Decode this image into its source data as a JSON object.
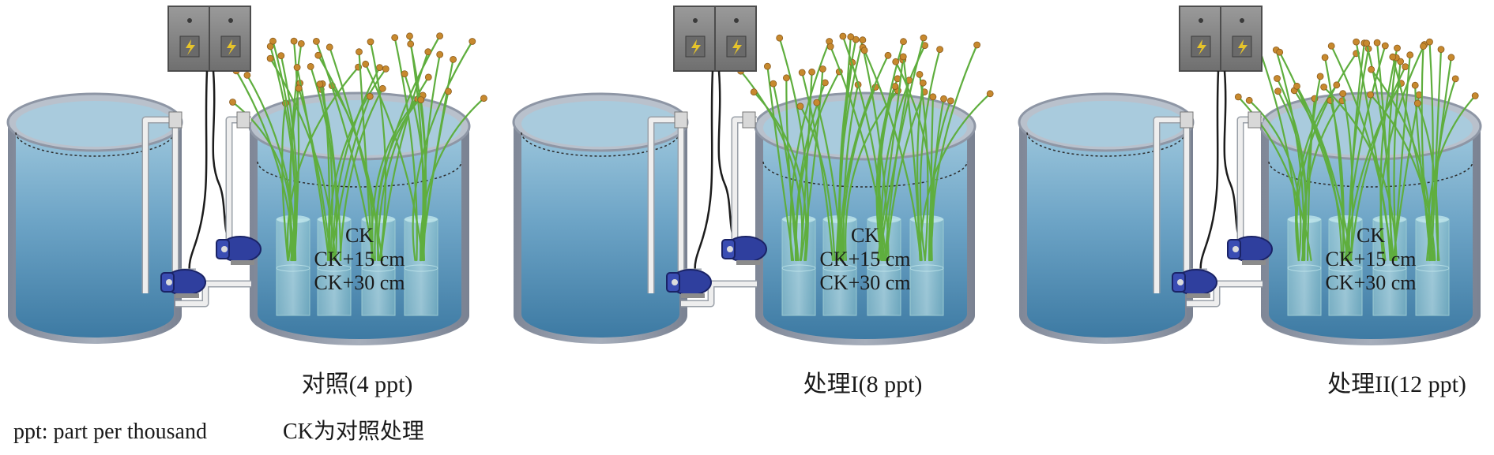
{
  "setups": [
    {
      "caption": "对照(4 ppt)",
      "labels": [
        "CK",
        "CK+15 cm",
        "CK+30 cm"
      ]
    },
    {
      "caption": "处理I(8 ppt)",
      "labels": [
        "CK",
        "CK+15 cm",
        "CK+30 cm"
      ]
    },
    {
      "caption": "处理II(12 ppt)",
      "labels": [
        "CK",
        "CK+15 cm",
        "CK+30 cm"
      ]
    }
  ],
  "footnotes": {
    "ppt": "ppt: part per thousand",
    "ck": "CK为对照处理"
  },
  "colors": {
    "water_top": "#8fbcd4",
    "water_bottom": "#3f7ea6",
    "tank_rim": "#a8b0bd",
    "tank_wall": "#8e96a5",
    "reed": "#5fae3e",
    "reed_head": "#c7892e",
    "control_box": "#8a8a8a",
    "pump": "#2f3f9e",
    "pipe": "#e4e4e4"
  }
}
